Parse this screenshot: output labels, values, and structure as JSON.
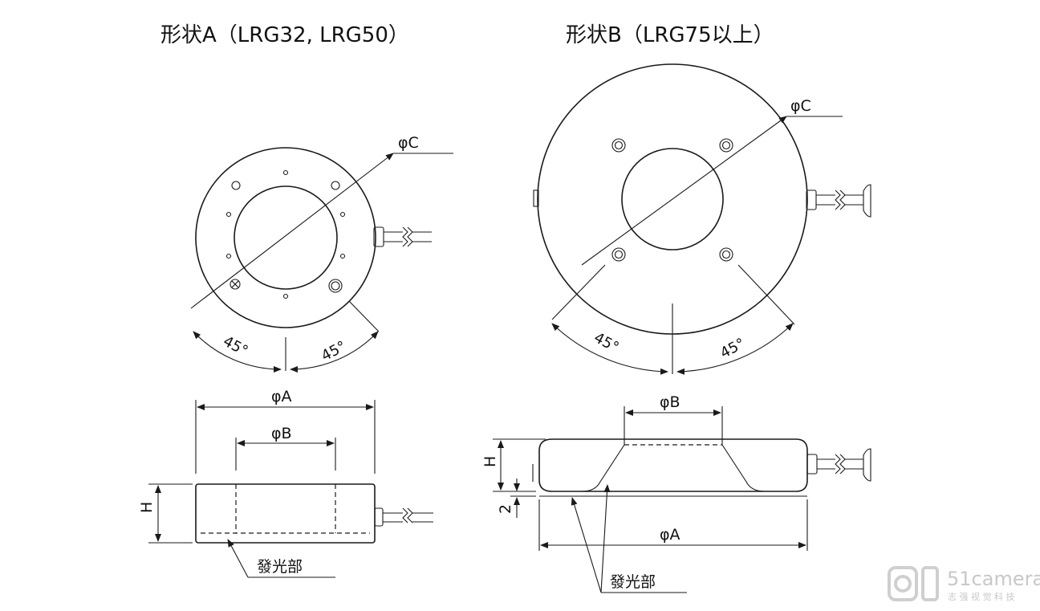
{
  "shape_a": {
    "title": "形状A（LRG32, LRG50）",
    "label_c": "φC",
    "label_a": "φA",
    "label_b": "φB",
    "label_h": "H",
    "angle_left": "45°",
    "angle_right": "45°",
    "emitter_label": "發光部"
  },
  "shape_b": {
    "title": "形状B（LRG75以上）",
    "label_c": "φC",
    "label_a": "φA",
    "label_b": "φB",
    "label_h": "H",
    "label_2": "2",
    "angle_left": "45°",
    "angle_right": "45°",
    "emitter_label": "發光部"
  },
  "watermark": {
    "brand": "51camera",
    "sub": "志 强 视 觉 科 技"
  }
}
